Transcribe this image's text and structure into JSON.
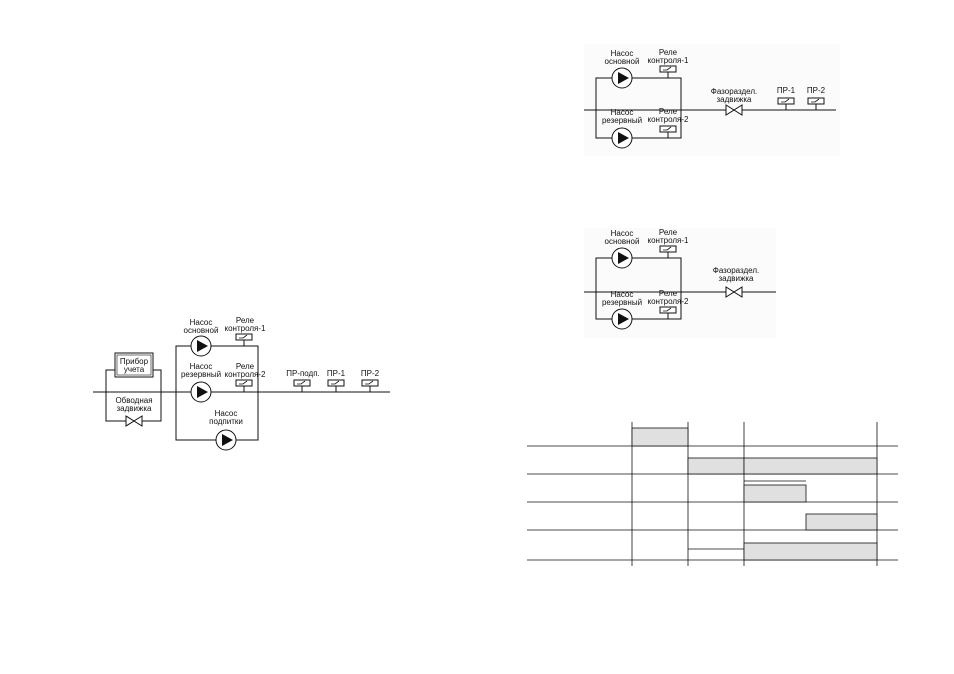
{
  "diagram1": {
    "meter": [
      "Прибор",
      "учета"
    ],
    "bypass": [
      "Обводная",
      "задвижка"
    ],
    "pump_main": [
      "Насос",
      "основной"
    ],
    "pump_reserve": [
      "Насос",
      "резервный"
    ],
    "pump_boost": [
      "Насос",
      "подпитки"
    ],
    "relay1": [
      "Реле",
      "контроля-1"
    ],
    "relay2": [
      "Реле",
      "контроля-2"
    ],
    "pr_podp": "ПР-подп.",
    "pr1": "ПР-1",
    "pr2": "ПР-2"
  },
  "diagram2": {
    "pump_main": [
      "Насос",
      "основной"
    ],
    "pump_reserve": [
      "Насос",
      "резервный"
    ],
    "relay1": [
      "Реле",
      "контроля-1"
    ],
    "relay2": [
      "Реле",
      "контроля-2"
    ],
    "valve": [
      "Фазораздел.",
      "задвижка"
    ],
    "pr1": "ПР-1",
    "pr2": "ПР-2"
  },
  "diagram3": {
    "pump_main": [
      "Насос",
      "основной"
    ],
    "pump_reserve": [
      "Насос",
      "резервный"
    ],
    "relay1": [
      "Реле",
      "контроля-1"
    ],
    "relay2": [
      "Реле",
      "контроля-2"
    ],
    "valve": [
      "Фазораздел.",
      "задвижка"
    ]
  },
  "colors": {
    "line": "#111111",
    "shade": "#e0e0e0",
    "diagram_bg": "#fbfbfb"
  }
}
